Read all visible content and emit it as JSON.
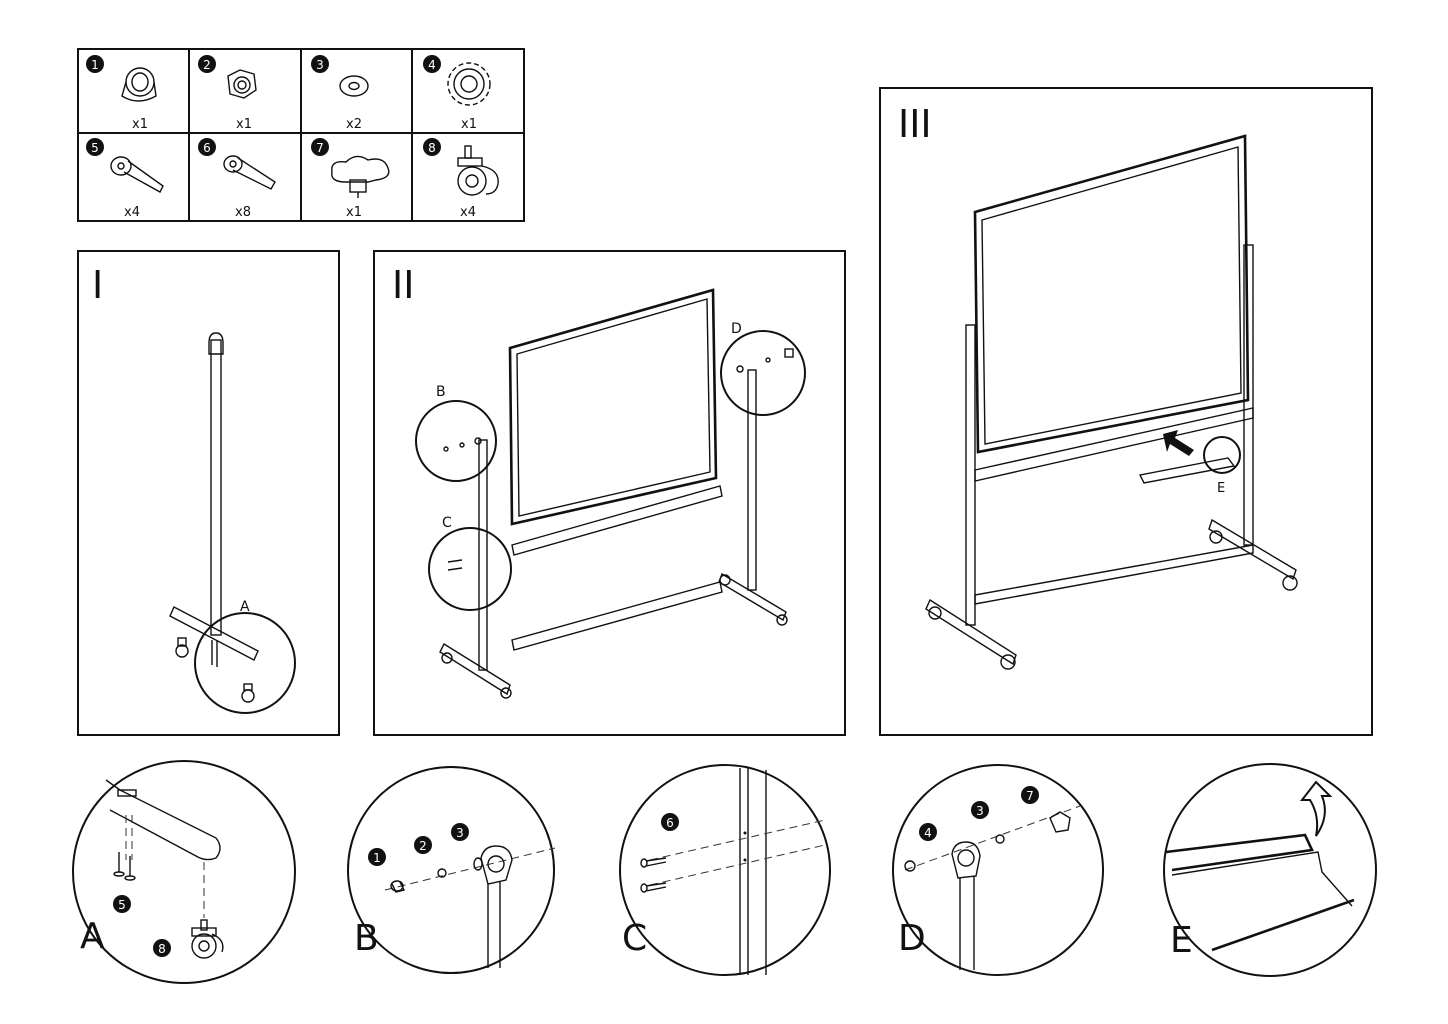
{
  "parts": [
    {
      "num": "1",
      "qty": "x1",
      "icon": "end-cap-icon"
    },
    {
      "num": "2",
      "qty": "x1",
      "icon": "hex-nut-icon"
    },
    {
      "num": "3",
      "qty": "x2",
      "icon": "washer-icon"
    },
    {
      "num": "4",
      "qty": "x1",
      "icon": "lock-ring-icon"
    },
    {
      "num": "5",
      "qty": "x4",
      "icon": "bolt-icon"
    },
    {
      "num": "6",
      "qty": "x8",
      "icon": "screw-icon"
    },
    {
      "num": "7",
      "qty": "x1",
      "icon": "star-knob-icon"
    },
    {
      "num": "8",
      "qty": "x4",
      "icon": "caster-wheel-icon"
    }
  ],
  "steps": {
    "s1": {
      "label": "I",
      "callouts": [
        "A"
      ]
    },
    "s2": {
      "label": "II",
      "callouts": [
        "B",
        "C",
        "D"
      ]
    },
    "s3": {
      "label": "III",
      "callouts": [
        "E"
      ]
    }
  },
  "details": [
    {
      "letter": "A",
      "parts": [
        "5",
        "8"
      ]
    },
    {
      "letter": "B",
      "parts": [
        "1",
        "2",
        "3"
      ]
    },
    {
      "letter": "C",
      "parts": [
        "6"
      ]
    },
    {
      "letter": "D",
      "parts": [
        "4",
        "3",
        "7"
      ]
    },
    {
      "letter": "E",
      "parts": []
    }
  ]
}
